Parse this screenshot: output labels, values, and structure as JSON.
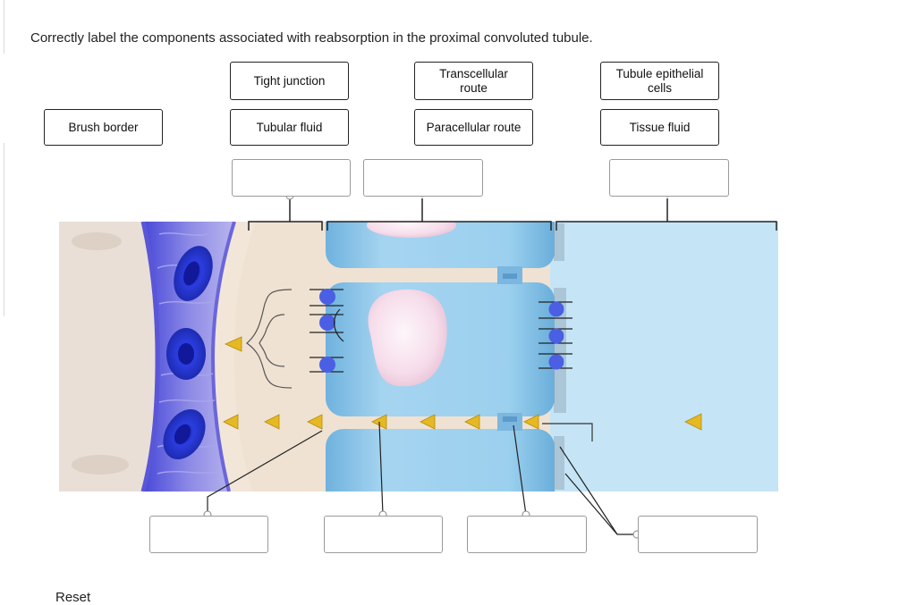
{
  "question": {
    "prompt": "Correctly label the components associated with reabsorption in the proximal convoluted tubule.",
    "next_text_partial": "Reset"
  },
  "label_bank": [
    {
      "id": "tight-junction",
      "text": "Tight junction"
    },
    {
      "id": "transcellular-route",
      "text": "Transcellular route"
    },
    {
      "id": "tubule-epithelial-cells",
      "text": "Tubule epithelial cells"
    },
    {
      "id": "brush-border",
      "text": "Brush border"
    },
    {
      "id": "tubular-fluid",
      "text": "Tubular fluid"
    },
    {
      "id": "paracellular-route",
      "text": "Paracellular route"
    },
    {
      "id": "tissue-fluid",
      "text": "Tissue fluid"
    }
  ],
  "drop_targets": [
    {
      "id": "top-left",
      "value": ""
    },
    {
      "id": "top-middle",
      "value": ""
    },
    {
      "id": "top-right",
      "value": ""
    },
    {
      "id": "bottom-1",
      "value": ""
    },
    {
      "id": "bottom-2",
      "value": ""
    },
    {
      "id": "bottom-3",
      "value": ""
    },
    {
      "id": "bottom-4",
      "value": ""
    }
  ],
  "colors": {
    "capillary_wall": "#7b78e0",
    "capillary_dark": "#3340c8",
    "red_cell": "#2a3fe0",
    "interstitial": "#f0e3d3",
    "tubule_cell": "#8ec7ea",
    "lumen": "#c7e6f6",
    "nucleus": "#f7e4ec",
    "arrowhead": "#e6b822",
    "carrier": "#4a5fe3"
  }
}
